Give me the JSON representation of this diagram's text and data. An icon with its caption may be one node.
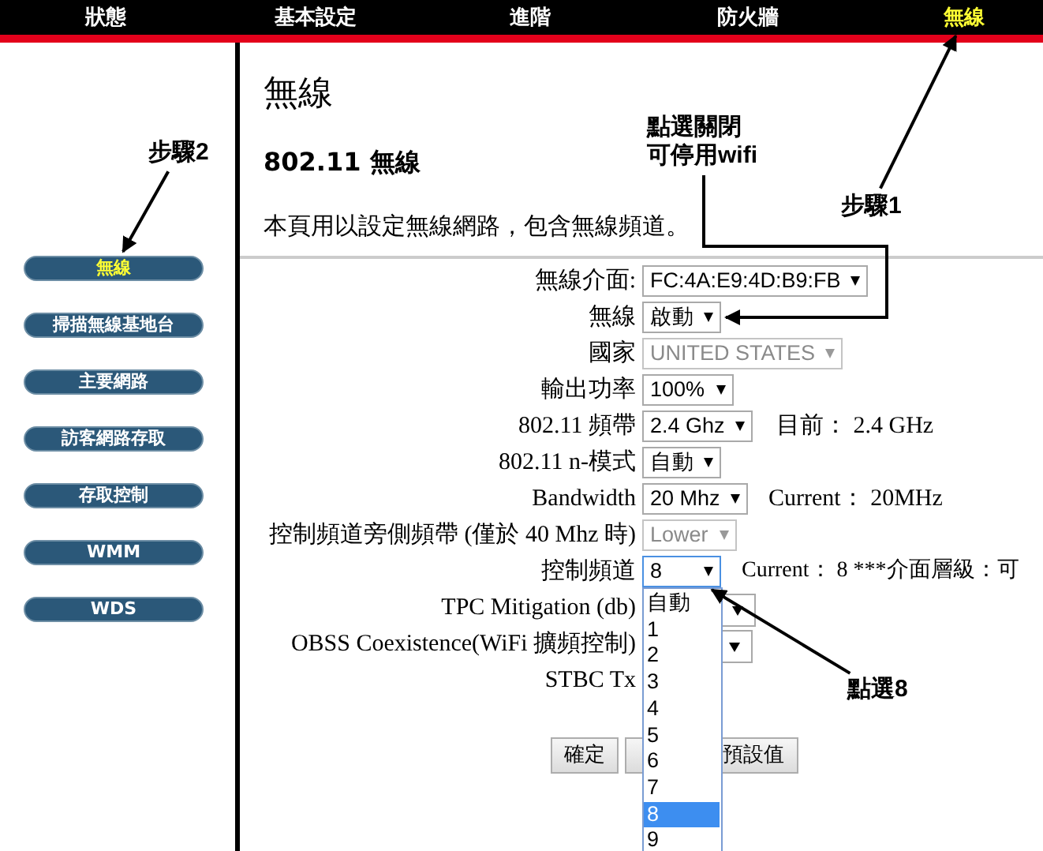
{
  "diagram": {
    "nodes": [
      {
        "text": [
          "無線"
        ]
      },
      {
        "text": [
          "步驟1"
        ]
      },
      {
        "text": [
          "無線"
        ]
      },
      {
        "text": [
          "步驟2"
        ]
      },
      {
        "text": [
          "點選關閉可停用wifi"
        ]
      },
      {
        "text": [
          "啟動"
        ]
      },
      {
        "text": [
          "8"
        ]
      },
      {
        "text": [
          "點選8"
        ]
      },
      {
        "text": [
          "掃描無線基地台"
        ]
      },
      {
        "text": [
          "主要網路"
        ]
      },
      {
        "text": [
          "訪客網路存取"
        ]
      },
      {
        "text": [
          "存取控制"
        ]
      },
      {
        "text": [
          "WMM"
        ]
      },
      {
        "text": [
          "WDS"
        ]
      },
      {
        "text": [
          "FC:4A:E9:4D:B9:FB"
        ]
      },
      {
        "text": [
          "UNITED STATES"
        ]
      },
      {
        "text": [
          "100%"
        ]
      },
      {
        "text": [
          "2.4 Ghz"
        ]
      },
      {
        "text": [
          "自動"
        ]
      },
      {
        "text": [
          "20 Mhz"
        ]
      },
      {
        "text": [
          "Lower"
        ]
      }
    ],
    "edges": [
      {
        "from": 1,
        "to": 0,
        "arrow": "to"
      },
      {
        "from": 3,
        "to": 2,
        "arrow": "to"
      },
      {
        "from": 4,
        "to": 5,
        "arrow": "to"
      },
      {
        "from": 7,
        "to": 6,
        "arrow": "to"
      }
    ],
    "labels": [
      "狀態",
      "基本設定",
      "進階",
      "防火牆",
      "無線",
      "802.11 無線",
      "本頁用以設定無線網路，包含無線頻道。",
      "無線介面:",
      "無線",
      "國家",
      "輸出功率",
      "802.11 頻帶",
      "目前： 2.4 GHz",
      "802.11 n-模式",
      "Bandwidth",
      "Current： 20MHz",
      "控制頻道旁側頻帶 (僅於 40 Mhz 時)",
      "控制頻道",
      "Current： 8 ***介面層級：可",
      "TPC Mitigation (db)",
      "OBSS Coexistence(WiFi 擴頻控制)",
      "STBC Tx",
      "自動",
      "1",
      "2",
      "3",
      "4",
      "5",
      "6",
      "7",
      "8",
      "9",
      "確定",
      "預設值"
    ]
  }
}
